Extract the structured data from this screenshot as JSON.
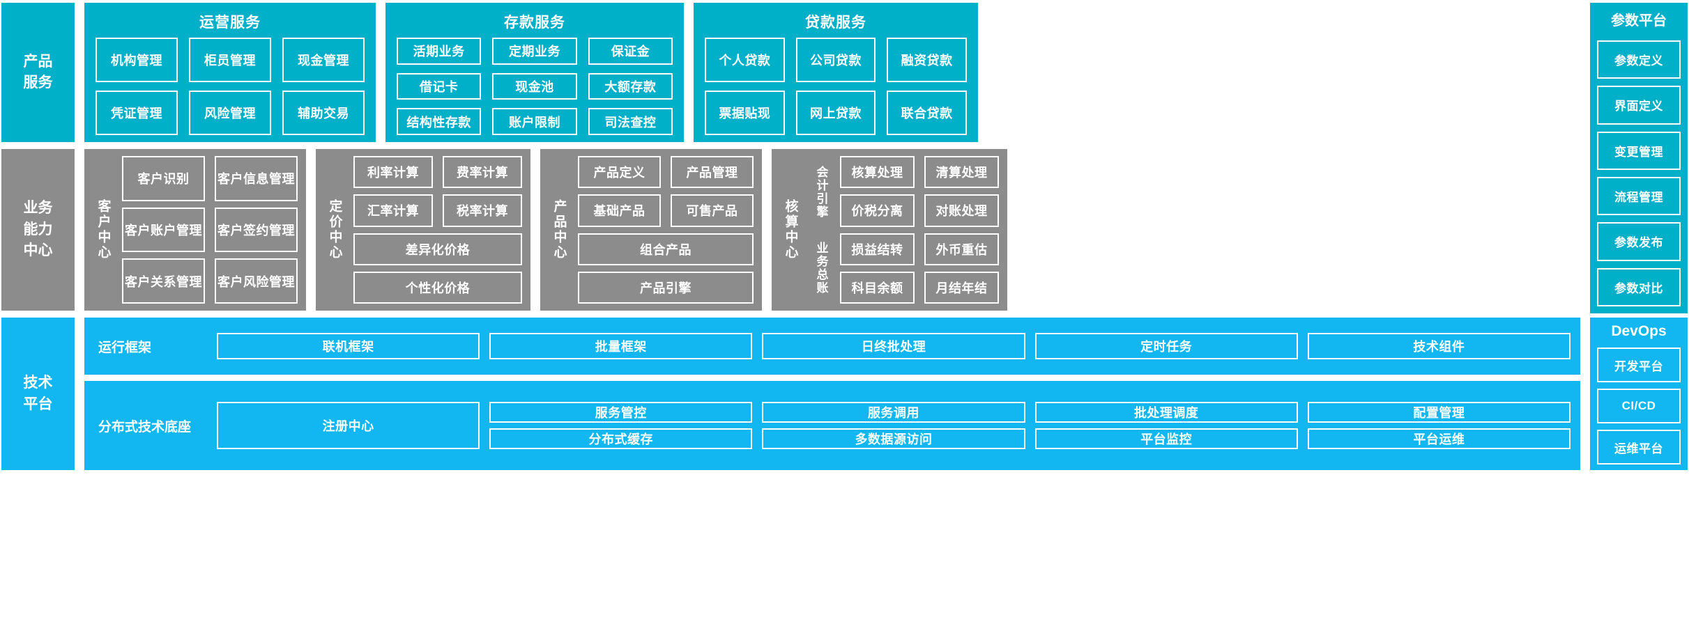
{
  "colors": {
    "teal": "#00AFC8",
    "gray": "#8C8C8C",
    "bright_blue": "#12B7F2",
    "outline": "#FFFFFF"
  },
  "row_product_service": {
    "side_label": "产品\n服务",
    "groups": [
      {
        "title": "运营服务",
        "items": [
          "机构管理",
          "柜员管理",
          "现金管理",
          "凭证管理",
          "风险管理",
          "辅助交易"
        ]
      },
      {
        "title": "存款服务",
        "items": [
          "活期业务",
          "定期业务",
          "保证金",
          "借记卡",
          "现金池",
          "大额存款",
          "结构性存款",
          "账户限制",
          "司法查控"
        ]
      },
      {
        "title": "贷款服务",
        "items": [
          "个人贷款",
          "公司贷款",
          "融资贷款",
          "票据贴现",
          "网上贷款",
          "联合贷款"
        ]
      }
    ]
  },
  "param_platform": {
    "title": "参数平台",
    "items": [
      "参数定义",
      "界面定义",
      "变更管理",
      "流程管理",
      "参数发布",
      "参数对比"
    ]
  },
  "row_business_capability": {
    "side_label": "业务\n能力\n中心",
    "centers": [
      {
        "vlabel": "客户中心",
        "items": [
          {
            "label": "客户识别",
            "wide": false
          },
          {
            "label": "客户信息管理",
            "wide": false
          },
          {
            "label": "客户账户管理",
            "wide": false
          },
          {
            "label": "客户签约管理",
            "wide": false
          },
          {
            "label": "客户关系管理",
            "wide": false
          },
          {
            "label": "客户风险管理",
            "wide": false
          }
        ]
      },
      {
        "vlabel": "定价中心",
        "items": [
          {
            "label": "利率计算",
            "wide": false
          },
          {
            "label": "费率计算",
            "wide": false
          },
          {
            "label": "汇率计算",
            "wide": false
          },
          {
            "label": "税率计算",
            "wide": false
          },
          {
            "label": "差异化价格",
            "wide": true
          },
          {
            "label": "个性化价格",
            "wide": true
          }
        ]
      },
      {
        "vlabel": "产品中心",
        "items": [
          {
            "label": "产品定义",
            "wide": false
          },
          {
            "label": "产品管理",
            "wide": false
          },
          {
            "label": "基础产品",
            "wide": false
          },
          {
            "label": "可售产品",
            "wide": false
          },
          {
            "label": "组合产品",
            "wide": true
          },
          {
            "label": "产品引擎",
            "wide": true
          }
        ]
      },
      {
        "vlabel": "核算中心",
        "sub_labels": [
          "会计引擎",
          "业务总账"
        ],
        "items": [
          {
            "label": "核算处理",
            "wide": false
          },
          {
            "label": "清算处理",
            "wide": false
          },
          {
            "label": "价税分离",
            "wide": false
          },
          {
            "label": "对账处理",
            "wide": false
          },
          {
            "label": "损益结转",
            "wide": false
          },
          {
            "label": "外币重估",
            "wide": false
          },
          {
            "label": "科目余额",
            "wide": false
          },
          {
            "label": "月结年结",
            "wide": false
          }
        ]
      }
    ]
  },
  "row_tech_platform": {
    "side_label": "技术\n平台",
    "bands": [
      {
        "label": "运行框架",
        "items": [
          "联机框架",
          "批量框架",
          "日终批处理",
          "定时任务",
          "技术组件"
        ]
      },
      {
        "label": "分布式技术底座",
        "items": [
          "注册中心",
          "服务管控",
          "服务调用",
          "批处理调度",
          "配置管理",
          "分布式缓存",
          "多数据源访问",
          "平台监控",
          "平台运维"
        ]
      }
    ]
  },
  "devops": {
    "title": "DevOps",
    "items": [
      "开发平台",
      "CI/CD",
      "运维平台"
    ]
  }
}
